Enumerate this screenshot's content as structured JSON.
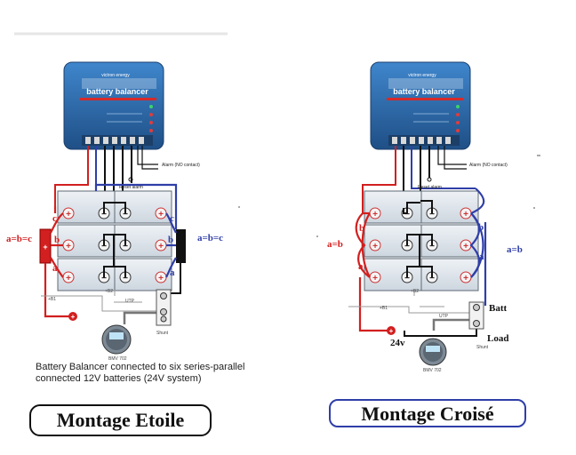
{
  "colors": {
    "red": "#d21f1f",
    "blue": "#2f3ea8",
    "device_blue": "#2d6cb0",
    "black": "#111111",
    "grey": "#9a9a9a",
    "battery_fill": "#dfe6ee"
  },
  "left": {
    "device_brand": "victron energy",
    "device_name": "battery balancer",
    "alarm_label": "Alarm (NO contact)",
    "reset_label": "Reset alarm",
    "red_group_label": "a=b=c",
    "blue_group_label": "a=b=c",
    "labels": {
      "a": "a",
      "b": "b",
      "c": "c"
    },
    "b1": "+B1",
    "b2": "+B2",
    "utp": "UTP",
    "shunt": "Shunt",
    "monitor": "BMV 702",
    "caption_line1": "Battery Balancer connected to six series-parallel",
    "caption_line2": "connected 12V batteries (24V system)",
    "title": "Montage  Etoile"
  },
  "right": {
    "device_brand": "victron energy",
    "device_name": "battery balancer",
    "alarm_label": "Alarm (NO contact)",
    "reset_label": "Reset alarm",
    "red_group_label": "a=b",
    "blue_group_label": "a=b",
    "labels": {
      "a": "a",
      "b": "b"
    },
    "b1": "+B1",
    "b2": "+B2",
    "utp": "UTP",
    "batt": "Batt",
    "load": "Load",
    "voltage": "24v",
    "shunt": "Shunt",
    "monitor": "BMV 702",
    "title": "Montage  Croisé"
  },
  "battery_plus": "+",
  "battery_minus": "−"
}
